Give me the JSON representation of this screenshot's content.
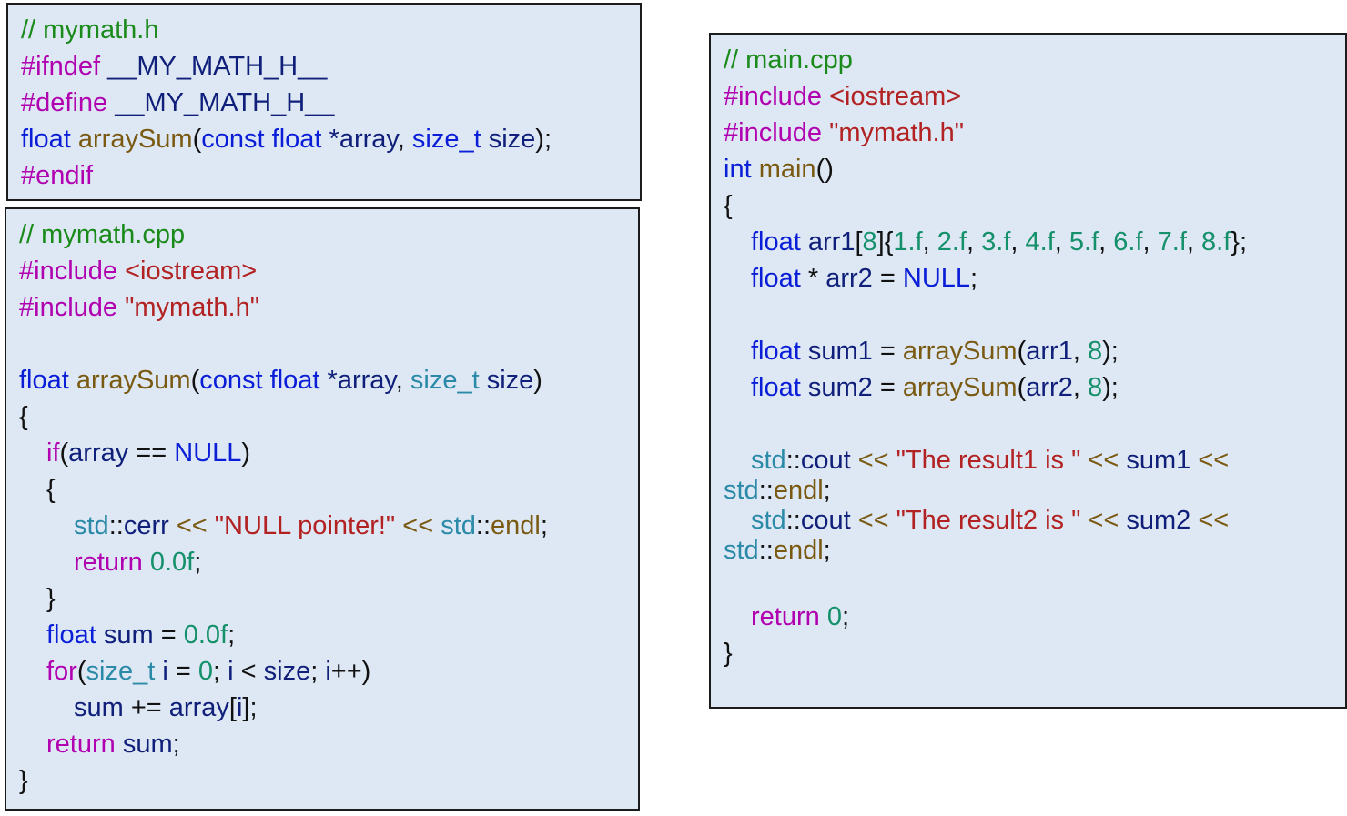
{
  "header_file": {
    "lines": [
      "// mymath.h",
      "#ifndef __MY_MATH_H__",
      "#define __MY_MATH_H__",
      "float arraySum(const float *array, size_t size);",
      "#endif"
    ]
  },
  "impl_file": {
    "lines": [
      "// mymath.cpp",
      "#include <iostream>",
      "#include \"mymath.h\"",
      "",
      "float arraySum(const float *array, size_t size)",
      "{",
      "if(array == NULL)",
      "{",
      "std::cerr << \"NULL pointer!\" << std::endl;",
      "return 0.0f;",
      "}",
      "float sum = 0.0f;",
      "for(size_t i = 0; i < size; i++)",
      "sum += array[i];",
      "return sum;",
      "}"
    ]
  },
  "main_file": {
    "lines": [
      "// main.cpp",
      "#include <iostream>",
      "#include \"mymath.h\"",
      "int main()",
      "{",
      "float arr1[8]{1.f, 2.f, 3.f, 4.f, 5.f, 6.f, 7.f, 8.f};",
      "float * arr2 = NULL;",
      "",
      "float sum1 = arraySum(arr1, 8);",
      "float sum2 = arraySum(arr2, 8);",
      "",
      "std::cout << \"The result1 is \" << sum1 <<",
      "std::endl;",
      "std::cout << \"The result2 is \" << sum2 <<",
      "std::endl;",
      "",
      "return 0;",
      "}"
    ]
  }
}
